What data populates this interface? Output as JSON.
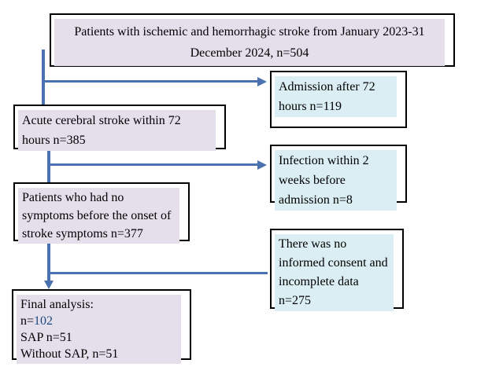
{
  "flowchart": {
    "main_boxes": [
      {
        "id": "population",
        "text": "Patients with ischemic and hemorrhagic stroke from January 2023-31 December 2024, n=504"
      },
      {
        "id": "acute",
        "text": "Acute cerebral stroke within 72 hours n=385"
      },
      {
        "id": "no_symptoms",
        "text": "Patients who had no symptoms before the onset of stroke symptoms n=377"
      }
    ],
    "final_box": {
      "line1": "Final analysis:",
      "n_prefix": "n=",
      "n_value": "102",
      "line3": "SAP n=51",
      "line4": "Without SAP, n=51"
    },
    "exclusion_boxes": [
      {
        "id": "admission",
        "text": "Admission after 72 hours n=119"
      },
      {
        "id": "infection",
        "text": "Infection within 2 weeks before admission n=8"
      },
      {
        "id": "consent",
        "text": "There was no informed consent and incomplete data n=275"
      }
    ],
    "colors": {
      "main_fill": "#E5DFEC",
      "exclusion_fill": "#DAEEF3",
      "connector": "#4A72B0",
      "n_value_color": "#1F497D",
      "border": "#000000"
    }
  }
}
